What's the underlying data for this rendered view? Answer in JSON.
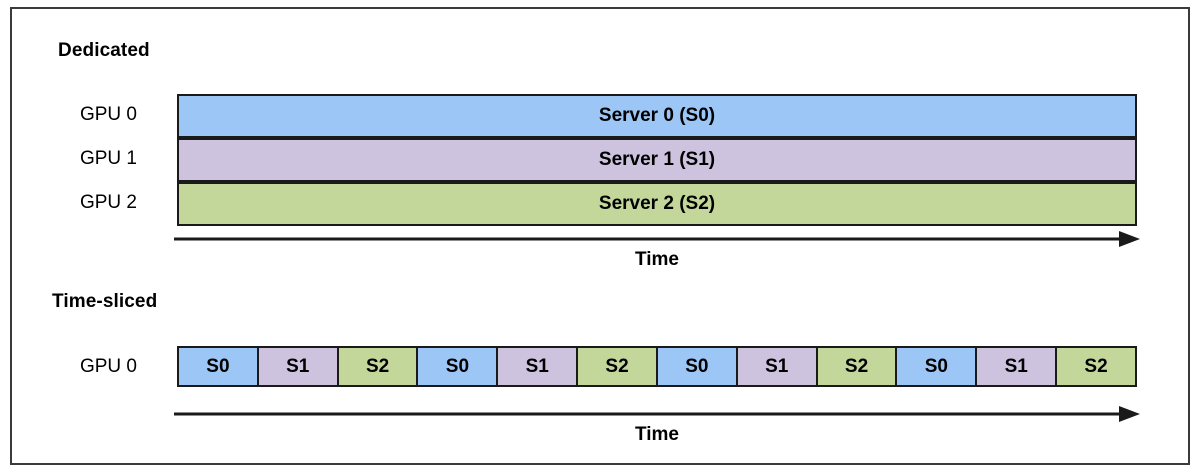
{
  "figure": {
    "border_color": "#3a3a3a",
    "background": "#ffffff"
  },
  "colors": {
    "server0": "#9CC6F5",
    "server1": "#CDC3DF",
    "server2": "#C4D79B",
    "outline": "#1a1a1a"
  },
  "sections": {
    "dedicated": {
      "heading": "Dedicated",
      "rows": [
        {
          "gpu_label": "GPU 0",
          "bar_label": "Server 0 (S0)",
          "color_key": "server0"
        },
        {
          "gpu_label": "GPU 1",
          "bar_label": "Server 1 (S1)",
          "color_key": "server1"
        },
        {
          "gpu_label": "GPU 2",
          "bar_label": "Server 2 (S2)",
          "color_key": "server2"
        }
      ],
      "axis_caption": "Time"
    },
    "time_sliced": {
      "heading": "Time-sliced",
      "gpu_label": "GPU 0",
      "slices": [
        {
          "label": "S0",
          "color_key": "server0"
        },
        {
          "label": "S1",
          "color_key": "server1"
        },
        {
          "label": "S2",
          "color_key": "server2"
        },
        {
          "label": "S0",
          "color_key": "server0"
        },
        {
          "label": "S1",
          "color_key": "server1"
        },
        {
          "label": "S2",
          "color_key": "server2"
        },
        {
          "label": "S0",
          "color_key": "server0"
        },
        {
          "label": "S1",
          "color_key": "server1"
        },
        {
          "label": "S2",
          "color_key": "server2"
        },
        {
          "label": "S0",
          "color_key": "server0"
        },
        {
          "label": "S1",
          "color_key": "server1"
        },
        {
          "label": "S2",
          "color_key": "server2"
        }
      ],
      "axis_caption": "Time"
    }
  }
}
